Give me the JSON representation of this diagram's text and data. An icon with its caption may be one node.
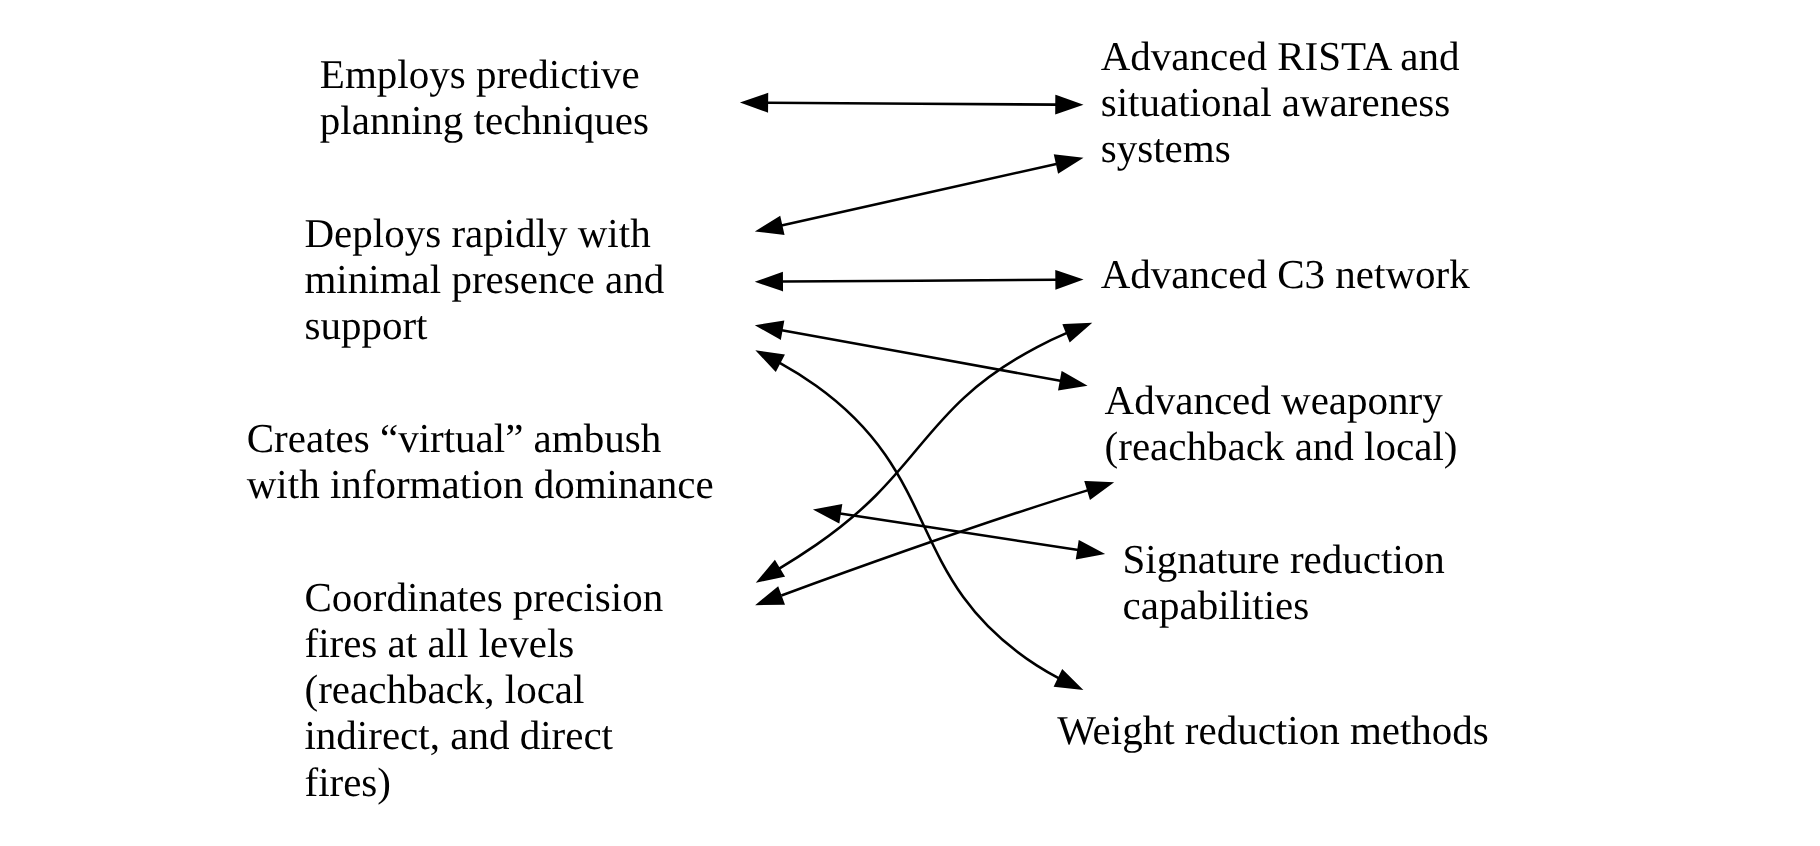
{
  "diagram": {
    "nodes": [
      {
        "text": [
          "Employs predictive planning techniques"
        ]
      },
      {
        "text": [
          "Deploys rapidly with minimal presence and support"
        ]
      },
      {
        "text": [
          "Creates “virtual” ambush with information dominance"
        ]
      },
      {
        "text": [
          "Coordinates precision fires at all levels (reachback, local indirect, and direct fires)"
        ]
      },
      {
        "text": [
          "Advanced RISTA and situational awareness systems"
        ]
      },
      {
        "text": [
          "Advanced C3 network"
        ]
      },
      {
        "text": [
          "Advanced weaponry (reachback and local)"
        ]
      },
      {
        "text": [
          "Signature reduction capabilities"
        ]
      },
      {
        "text": [
          "Weight reduction methods"
        ]
      }
    ],
    "edges": [
      {
        "from": 0,
        "to": 4,
        "arrow": "both"
      },
      {
        "from": 1,
        "to": 4,
        "arrow": "both"
      },
      {
        "from": 1,
        "to": 8,
        "arrow": "both"
      },
      {
        "from": 1,
        "to": 5,
        "arrow": "both"
      },
      {
        "from": 1,
        "to": 6,
        "arrow": "both"
      },
      {
        "from": 3,
        "to": 5,
        "arrow": "both"
      },
      {
        "from": 2,
        "to": 7,
        "arrow": "both"
      },
      {
        "from": 3,
        "to": 6,
        "arrow": "both"
      }
    ]
  }
}
